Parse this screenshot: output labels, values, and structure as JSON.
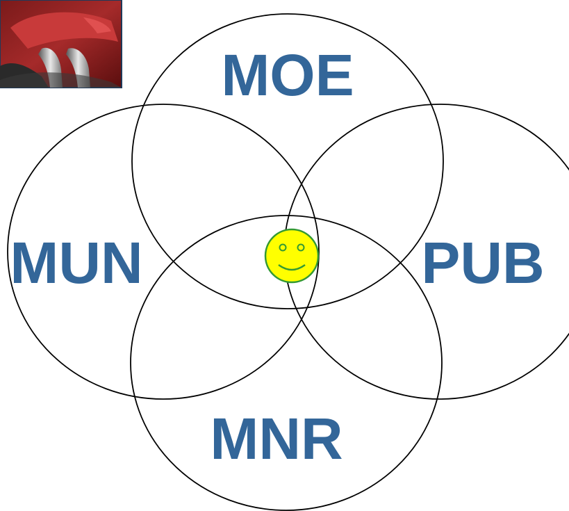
{
  "colors": {
    "label": "#336699",
    "circle_stroke": "#000000",
    "background": "#ffffff",
    "smiley_fill": "#ffff00",
    "smiley_stroke": "#339933"
  },
  "diagram": {
    "type": "venn",
    "sets": [
      {
        "id": "moe",
        "label": "MOE"
      },
      {
        "id": "mun",
        "label": "MUN"
      },
      {
        "id": "pub",
        "label": "PUB"
      },
      {
        "id": "mnr",
        "label": "MNR"
      }
    ],
    "center_icon": "smiley-face-icon",
    "corner_image": "car-taillight-photo"
  }
}
